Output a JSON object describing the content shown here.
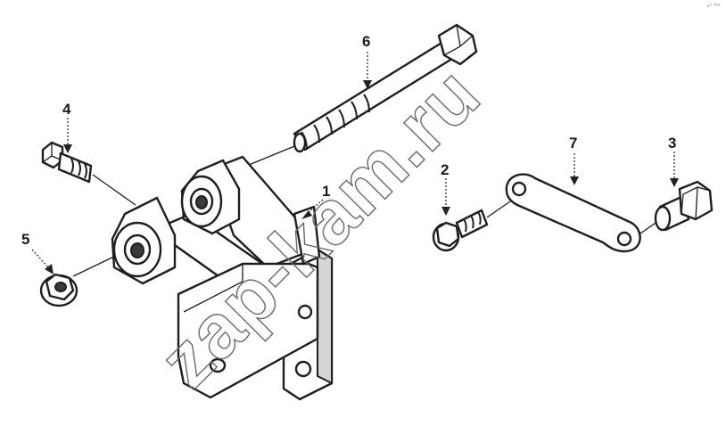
{
  "diagram": {
    "callouts": [
      {
        "id": "1",
        "label": "1"
      },
      {
        "id": "2",
        "label": "2"
      },
      {
        "id": "3",
        "label": "3"
      },
      {
        "id": "4",
        "label": "4"
      },
      {
        "id": "5",
        "label": "5"
      },
      {
        "id": "6",
        "label": "6"
      },
      {
        "id": "7",
        "label": "7"
      }
    ],
    "watermark": "zap-kam.ru",
    "corner_mark": "s'' ***"
  }
}
